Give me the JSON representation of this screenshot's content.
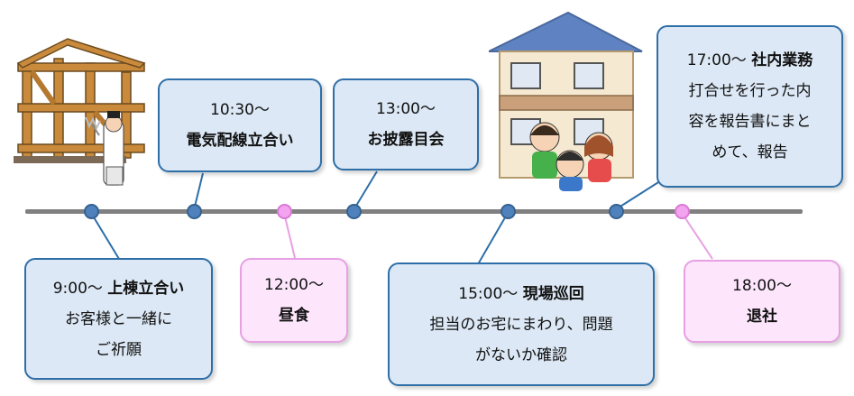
{
  "events": [
    {
      "time": "9:00～",
      "title": "上棟立合い",
      "desc": [
        "お客様と一緒に",
        "ご祈願"
      ],
      "type": "blue"
    },
    {
      "time": "10:30～",
      "title": "電気配線立合い",
      "desc": [],
      "type": "blue"
    },
    {
      "time": "12:00～",
      "title": "昼食",
      "desc": [],
      "type": "pink"
    },
    {
      "time": "13:00～",
      "title": "お披露目会",
      "desc": [],
      "type": "blue"
    },
    {
      "time": "15:00～",
      "title": "現場巡回",
      "desc": [
        "担当のお宅にまわり、問題",
        "がないか確認"
      ],
      "type": "blue"
    },
    {
      "time": "17:00～",
      "title": "社内業務",
      "desc": [
        "打合せを行った内",
        "容を報告書にまと",
        "めて、報告"
      ],
      "type": "blue"
    },
    {
      "time": "18:00～",
      "title": "退社",
      "desc": [],
      "type": "pink"
    }
  ],
  "colors": {
    "event": "#4f81bd",
    "break": "#f4a3f0",
    "card_event": "#dce8f5",
    "card_break": "#fde6fc"
  },
  "illustrations": [
    "house-frame-with-priest",
    "house-with-family"
  ]
}
